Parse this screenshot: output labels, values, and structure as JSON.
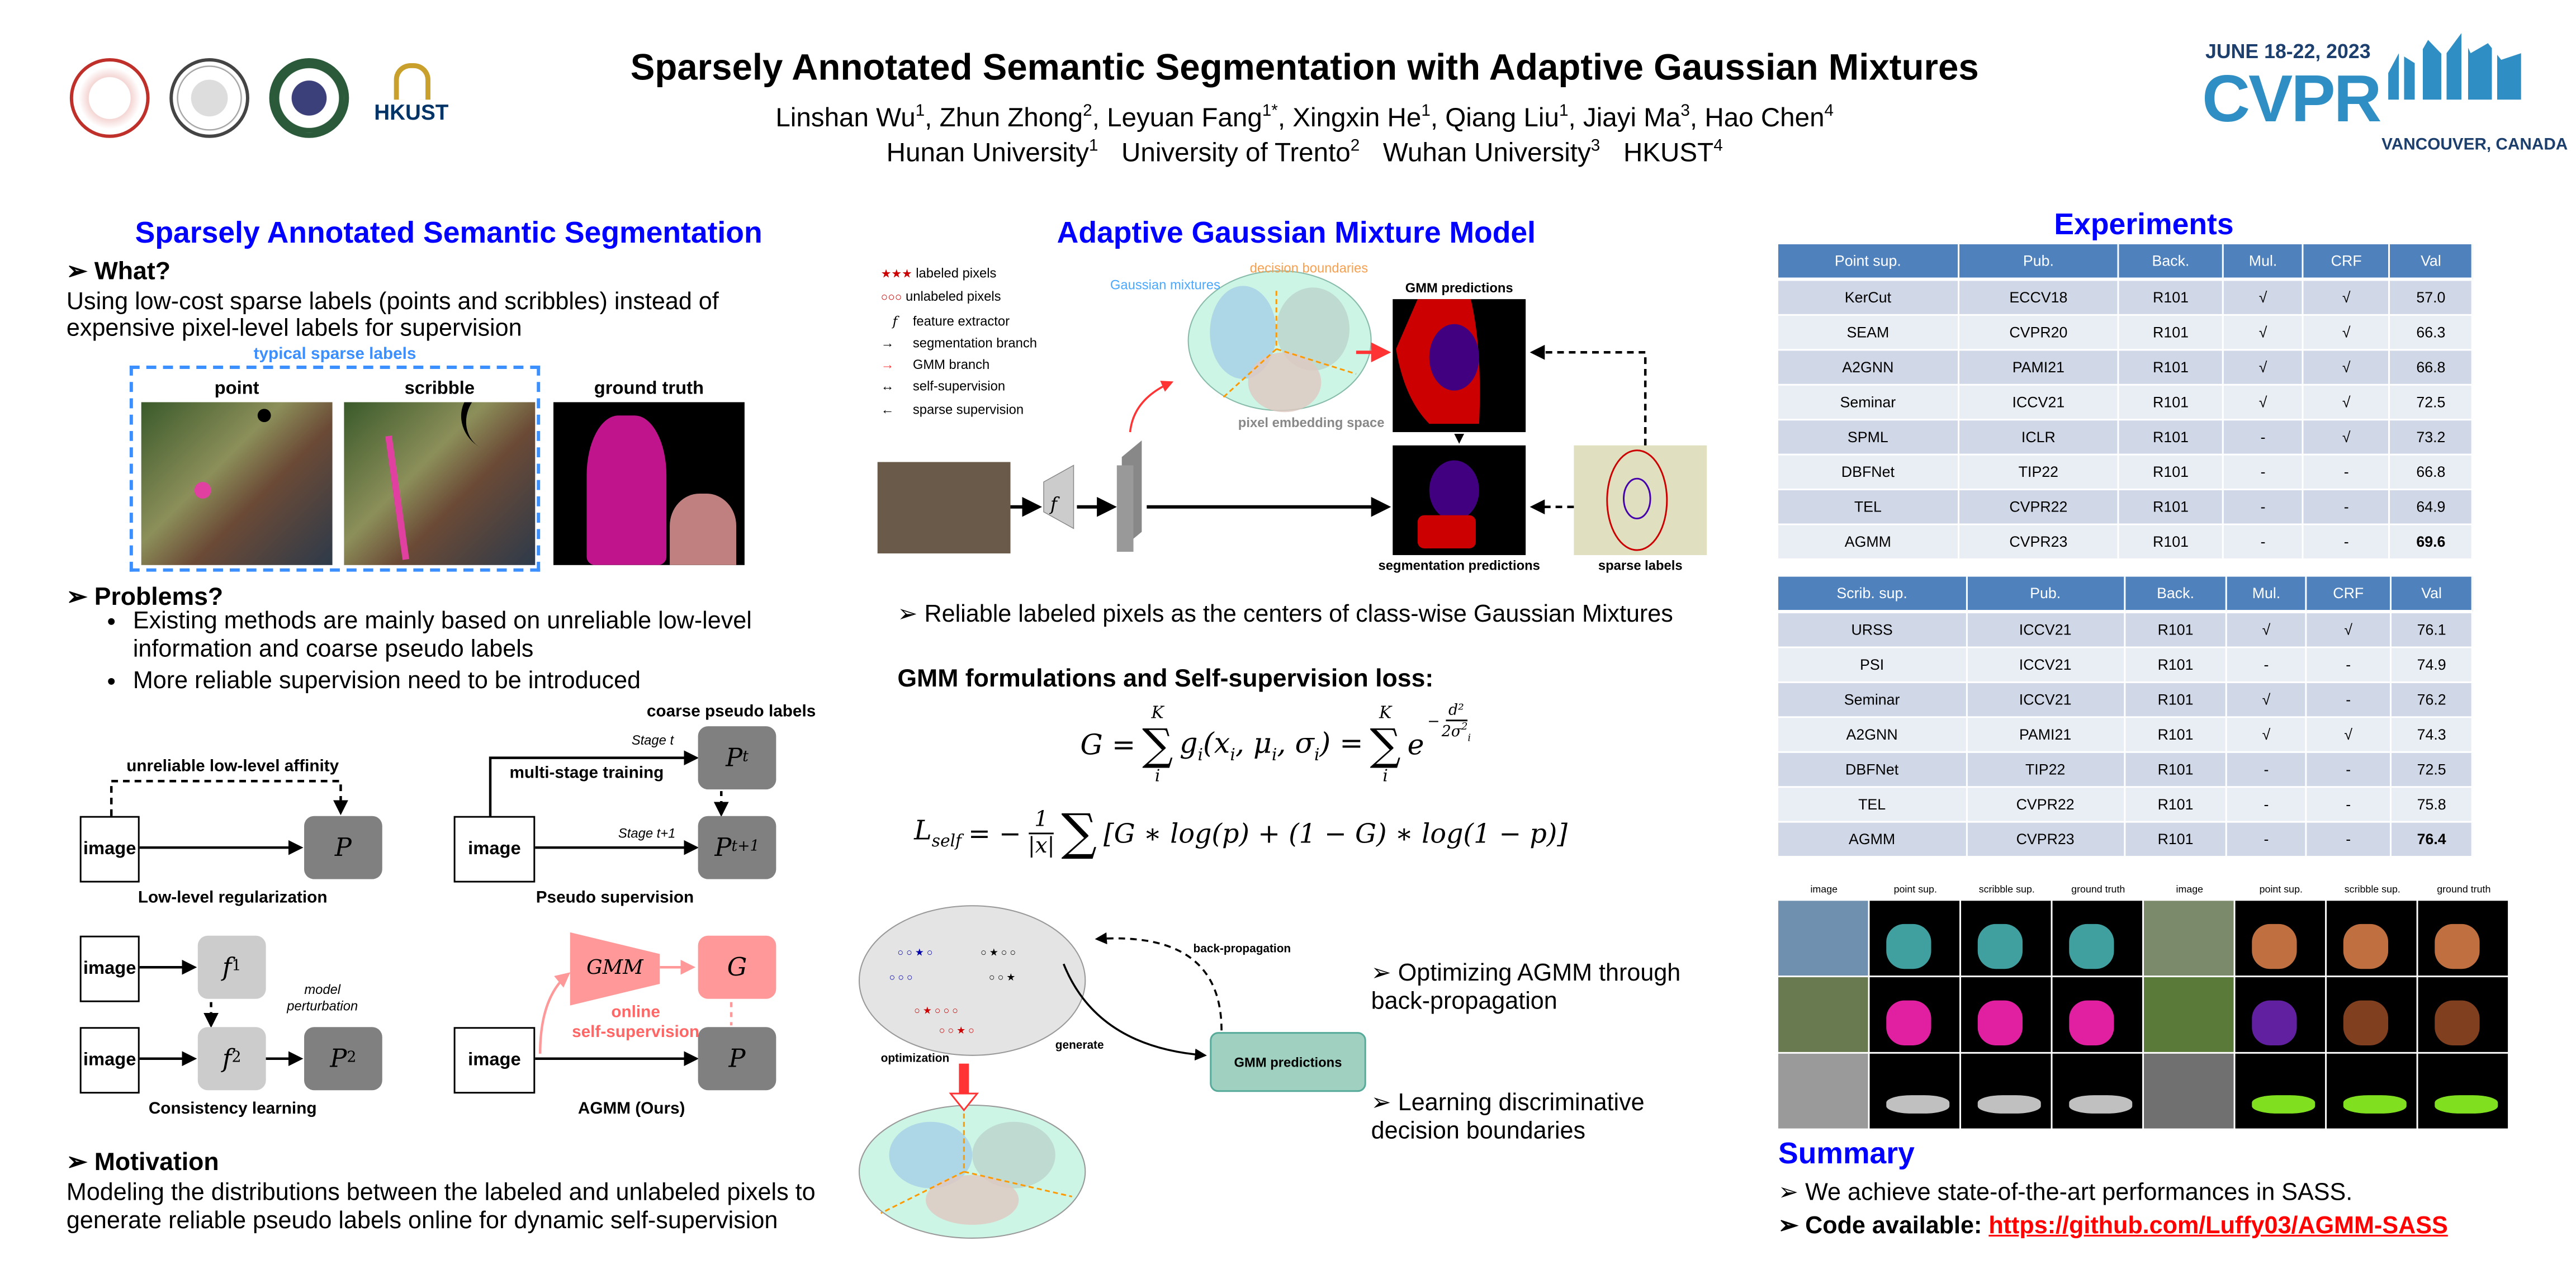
{
  "header": {
    "title": "Sparsely Annotated Semantic Segmentation with Adaptive Gaussian Mixtures",
    "authors": [
      {
        "name": "Linshan Wu",
        "sup": "1"
      },
      {
        "name": "Zhun Zhong",
        "sup": "2"
      },
      {
        "name": "Leyuan Fang",
        "sup": "1*"
      },
      {
        "name": "Xingxin He",
        "sup": "1"
      },
      {
        "name": "Qiang Liu",
        "sup": "1"
      },
      {
        "name": "Jiayi Ma",
        "sup": "3"
      },
      {
        "name": "Hao Chen",
        "sup": "4"
      }
    ],
    "affiliations": [
      {
        "name": "Hunan University",
        "sup": "1"
      },
      {
        "name": "University of Trento",
        "sup": "2"
      },
      {
        "name": "Wuhan University",
        "sup": "3"
      },
      {
        "name": "HKUST",
        "sup": "4"
      }
    ],
    "logos": [
      "hunan-university-logo",
      "university-of-trento-logo",
      "wuhan-university-logo",
      "HKUST"
    ],
    "conference": {
      "dates": "JUNE 18-22, 2023",
      "name": "CVPR",
      "location": "VANCOUVER, CANADA"
    }
  },
  "left": {
    "heading": "Sparsely Annotated Semantic Segmentation",
    "what": {
      "title": "What?",
      "text": "Using low-cost sparse labels (points and scribbles) instead of expensive pixel-level labels for supervision"
    },
    "sparse_box_label": "typical sparse labels",
    "image_labels": [
      "point",
      "scribble",
      "ground truth"
    ],
    "problems": {
      "title": "Problems?",
      "bullets": [
        "Existing methods are mainly based on unreliable low-level information and coarse pseudo labels",
        "More reliable supervision need to be introduced"
      ]
    },
    "diagrams": {
      "coarse": "coarse pseudo labels",
      "low_level": {
        "annotation": "unreliable low-level affinity",
        "image": "image",
        "output": "P",
        "caption": "Low-level regularization"
      },
      "pseudo": {
        "stage_t": "Stage t",
        "stage_t1": "Stage t+1",
        "multi": "multi-stage training",
        "image": "image",
        "pt": "P",
        "pt_sub": "t",
        "pt1_sub": "t+1",
        "caption": "Pseudo supervision"
      },
      "consistency": {
        "image": "image",
        "f1": "f",
        "f1_sub": "1",
        "f2": "f",
        "f2_sub": "2",
        "p2": "P",
        "p2_sub": "2",
        "annotation1": "model",
        "annotation2": "perturbation",
        "caption": "Consistency learning"
      },
      "agmm": {
        "gmm": "GMM",
        "g": "G",
        "p": "P",
        "image": "image",
        "online1": "online",
        "online2": "self-supervision",
        "caption": "AGMM (Ours)"
      }
    },
    "motivation": {
      "title": "Motivation",
      "text": "Modeling the distributions between the labeled and unlabeled pixels to generate reliable pseudo labels online for dynamic self-supervision"
    }
  },
  "middle": {
    "heading": "Adaptive Gaussian Mixture Model",
    "legend": [
      "labeled pixels",
      "unlabeled pixels",
      "feature extractor",
      "segmentation branch",
      "GMM branch",
      "self-supervision",
      "sparse supervision"
    ],
    "legend_f": "f",
    "gaussian_label": "Gaussian mixtures",
    "boundary_label": "decision boundaries",
    "embedding_label": "pixel embedding space",
    "gmm_pred_label": "GMM predictions",
    "seg_pred_label": "segmentation predictions",
    "sparse_label": "sparse labels",
    "f_label": "f",
    "bullet": "Reliable labeled pixels as the centers of class-wise Gaussian Mixtures",
    "formulas_title": "GMM formulations and Self-supervision loss:",
    "formula1": {
      "lhs": "G =",
      "sum1_top": "K",
      "sum1_bot": "i",
      "term": "g",
      "term_sub": "i",
      "args": "(x",
      "args_sub1": "i",
      ",μ": "",
      "mid": ", μ",
      "mid_sub": "i",
      "end": ", σ",
      "end_sub": "i",
      "eq": ") =",
      "sum2_top": "K",
      "sum2_bot": "i",
      "e": "e",
      "exp_num": "d²",
      "exp_den": "2σ",
      "exp_den_sub": "i",
      "exp_den_sup": "2",
      "minus": "−"
    },
    "formula2": {
      "lhs": "L",
      "lhs_sub": "self",
      "eq": "= −",
      "frac_num": "1",
      "frac_den": "|x|",
      "body": "[G ∗ log(p) + (1 − G) ∗ log(1 − p)]"
    },
    "bottom": {
      "backprop": "back-propagation",
      "optimization": "optimization",
      "generate": "generate",
      "gmm_pred": "GMM predictions"
    },
    "bullets2": [
      "Optimizing AGMM through back-propagation",
      "Learning discriminative decision boundaries"
    ]
  },
  "right": {
    "heading": "Experiments",
    "point_table": {
      "headers": [
        "Point sup.",
        "Pub.",
        "Back.",
        "Mul.",
        "CRF",
        "Val"
      ],
      "rows": [
        [
          "KerCut",
          "ECCV18",
          "R101",
          "√",
          "√",
          "57.0"
        ],
        [
          "SEAM",
          "CVPR20",
          "R101",
          "√",
          "√",
          "66.3"
        ],
        [
          "A2GNN",
          "PAMI21",
          "R101",
          "√",
          "√",
          "66.8"
        ],
        [
          "Seminar",
          "ICCV21",
          "R101",
          "√",
          "√",
          "72.5"
        ],
        [
          "SPML",
          "ICLR",
          "R101",
          "-",
          "√",
          "73.2"
        ],
        [
          "DBFNet",
          "TIP22",
          "R101",
          "-",
          "-",
          "66.8"
        ],
        [
          "TEL",
          "CVPR22",
          "R101",
          "-",
          "-",
          "64.9"
        ],
        [
          "AGMM",
          "CVPR23",
          "R101",
          "-",
          "-",
          "69.6"
        ]
      ]
    },
    "scrib_table": {
      "headers": [
        "Scrib. sup.",
        "Pub.",
        "Back.",
        "Mul.",
        "CRF",
        "Val"
      ],
      "rows": [
        [
          "URSS",
          "ICCV21",
          "R101",
          "√",
          "√",
          "76.1"
        ],
        [
          "PSI",
          "ICCV21",
          "R101",
          "-",
          "-",
          "74.9"
        ],
        [
          "Seminar",
          "ICCV21",
          "R101",
          "√",
          "-",
          "76.2"
        ],
        [
          "A2GNN",
          "PAMI21",
          "R101",
          "√",
          "√",
          "74.3"
        ],
        [
          "DBFNet",
          "TIP22",
          "R101",
          "-",
          "-",
          "72.5"
        ],
        [
          "TEL",
          "CVPR22",
          "R101",
          "-",
          "-",
          "75.8"
        ],
        [
          "AGMM",
          "CVPR23",
          "R101",
          "-",
          "-",
          "76.4"
        ]
      ]
    },
    "grid_labels": [
      "image",
      "point sup.",
      "scribble sup.",
      "ground truth",
      "image",
      "point sup.",
      "scribble sup.",
      "ground truth"
    ],
    "summary": {
      "heading": "Summary",
      "line1": "We achieve state-of-the-art performances in SASS.",
      "code_label": "Code available:",
      "code_link": "https://github.com/Luffy03/AGMM-SASS"
    }
  },
  "colors": {
    "heading_blue": "#0000ff",
    "table_header": "#4f81bd",
    "row_dark": "#d0d8e8",
    "row_light": "#e9edf4",
    "link_red": "#ff0000",
    "agmm_pink": "#ff9999",
    "gray_box": "#808080"
  }
}
